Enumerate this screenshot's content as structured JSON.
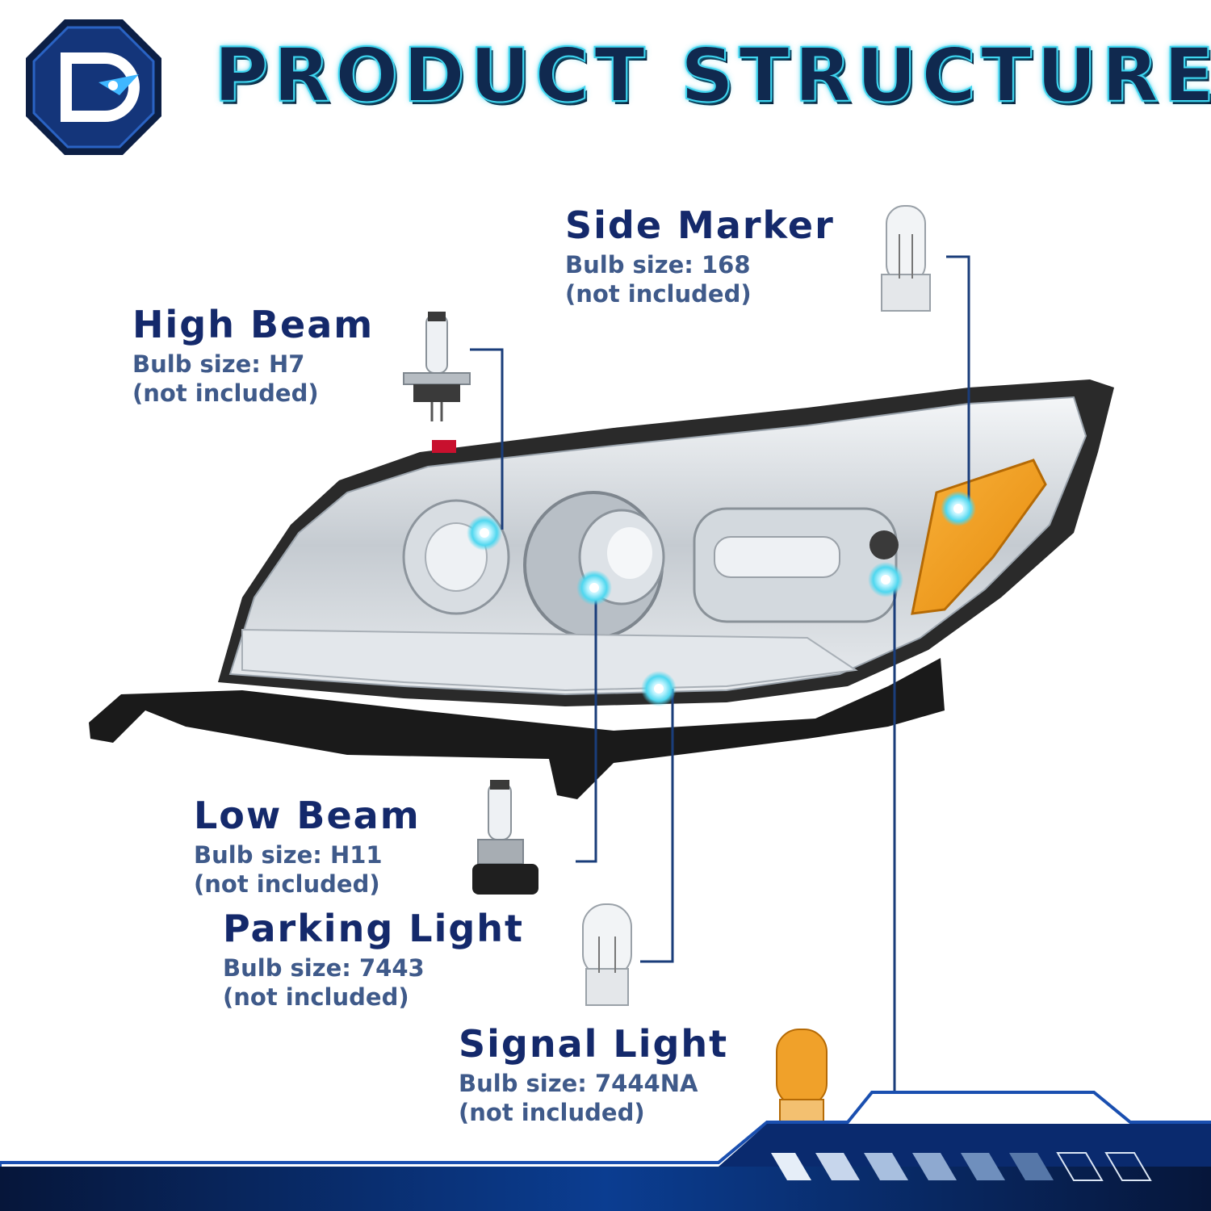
{
  "header": {
    "title": "PRODUCT STRUCTURE",
    "logo_letter": "D"
  },
  "colors": {
    "title_navy": "#14296b",
    "subtitle": "#3f5a8a",
    "accent_cyan": "#39d4ee",
    "footer_blue": "#0b3d91"
  },
  "parts": [
    {
      "id": "side-marker",
      "title": "Side Marker",
      "size": "Bulb size: 168",
      "note": "(not included)"
    },
    {
      "id": "high-beam",
      "title": "High Beam",
      "size": "Bulb size: H7",
      "note": "(not included)"
    },
    {
      "id": "low-beam",
      "title": "Low Beam",
      "size": "Bulb size: H11",
      "note": "(not included)"
    },
    {
      "id": "parking-light",
      "title": "Parking Light",
      "size": "Bulb size: 7443",
      "note": "(not included)"
    },
    {
      "id": "signal-light",
      "title": "Signal Light",
      "size": "Bulb size: 7444NA",
      "note": "(not included)"
    }
  ]
}
